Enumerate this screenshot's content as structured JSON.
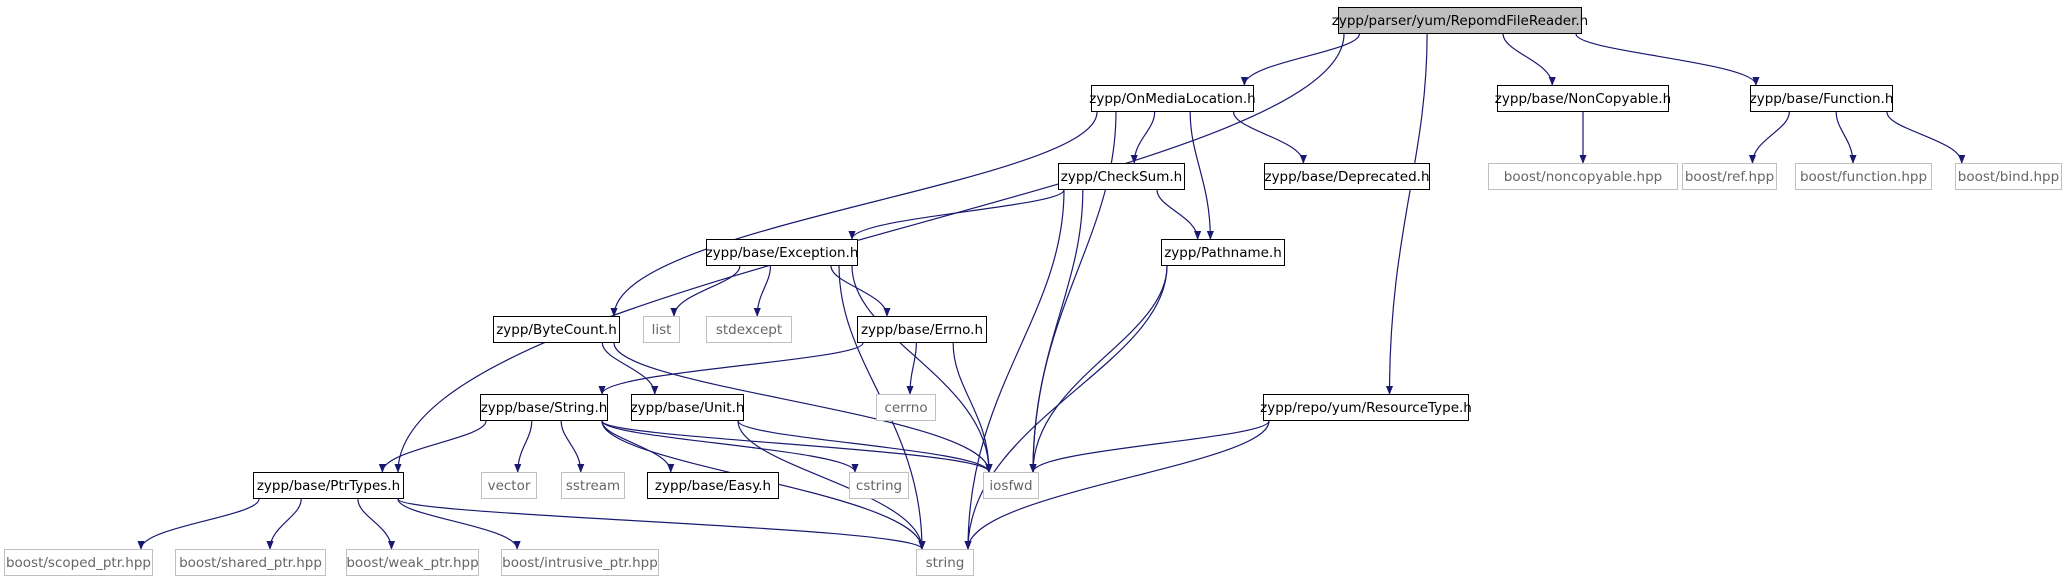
{
  "diagram": {
    "type": "include-dependency-graph",
    "colors": {
      "edge": "#191970",
      "root_fill": "#bfbfbf",
      "node_border": "#000000",
      "external_border": "#c0c0c0",
      "external_text": "#666666"
    },
    "nodes": [
      {
        "id": "root",
        "label": "zypp/parser/yum/RepomdFileReader.h",
        "kind": "root"
      },
      {
        "id": "onmedia",
        "label": "zypp/OnMediaLocation.h",
        "kind": "internal"
      },
      {
        "id": "noncopyable",
        "label": "zypp/base/NonCopyable.h",
        "kind": "internal"
      },
      {
        "id": "function",
        "label": "zypp/base/Function.h",
        "kind": "internal"
      },
      {
        "id": "checksum",
        "label": "zypp/CheckSum.h",
        "kind": "internal"
      },
      {
        "id": "deprecated",
        "label": "zypp/base/Deprecated.h",
        "kind": "internal"
      },
      {
        "id": "boost_noncopyable",
        "label": "boost/noncopyable.hpp",
        "kind": "external"
      },
      {
        "id": "boost_ref",
        "label": "boost/ref.hpp",
        "kind": "external"
      },
      {
        "id": "boost_function",
        "label": "boost/function.hpp",
        "kind": "external"
      },
      {
        "id": "boost_bind",
        "label": "boost/bind.hpp",
        "kind": "external"
      },
      {
        "id": "exception",
        "label": "zypp/base/Exception.h",
        "kind": "internal"
      },
      {
        "id": "pathname",
        "label": "zypp/Pathname.h",
        "kind": "internal"
      },
      {
        "id": "bytecount",
        "label": "zypp/ByteCount.h",
        "kind": "internal"
      },
      {
        "id": "list",
        "label": "list",
        "kind": "external"
      },
      {
        "id": "stdexcept",
        "label": "stdexcept",
        "kind": "external"
      },
      {
        "id": "errno",
        "label": "zypp/base/Errno.h",
        "kind": "internal"
      },
      {
        "id": "cerrno",
        "label": "cerrno",
        "kind": "external"
      },
      {
        "id": "string_h",
        "label": "zypp/base/String.h",
        "kind": "internal"
      },
      {
        "id": "unit",
        "label": "zypp/base/Unit.h",
        "kind": "internal"
      },
      {
        "id": "resourcetype",
        "label": "zypp/repo/yum/ResourceType.h",
        "kind": "internal"
      },
      {
        "id": "ptrtypes",
        "label": "zypp/base/PtrTypes.h",
        "kind": "internal"
      },
      {
        "id": "vector",
        "label": "vector",
        "kind": "external"
      },
      {
        "id": "sstream",
        "label": "sstream",
        "kind": "external"
      },
      {
        "id": "easy",
        "label": "zypp/base/Easy.h",
        "kind": "internal"
      },
      {
        "id": "cstring",
        "label": "cstring",
        "kind": "external"
      },
      {
        "id": "iosfwd",
        "label": "iosfwd",
        "kind": "external"
      },
      {
        "id": "boost_scoped",
        "label": "boost/scoped_ptr.hpp",
        "kind": "external"
      },
      {
        "id": "boost_shared",
        "label": "boost/shared_ptr.hpp",
        "kind": "external"
      },
      {
        "id": "boost_weak",
        "label": "boost/weak_ptr.hpp",
        "kind": "external"
      },
      {
        "id": "boost_intrusive",
        "label": "boost/intrusive_ptr.hpp",
        "kind": "external"
      },
      {
        "id": "string",
        "label": "string",
        "kind": "external"
      }
    ],
    "edges": [
      {
        "from": "root",
        "to": "ptrtypes"
      },
      {
        "from": "root",
        "to": "onmedia"
      },
      {
        "from": "root",
        "to": "noncopyable"
      },
      {
        "from": "root",
        "to": "function"
      },
      {
        "from": "root",
        "to": "resourcetype"
      },
      {
        "from": "onmedia",
        "to": "checksum"
      },
      {
        "from": "onmedia",
        "to": "deprecated"
      },
      {
        "from": "onmedia",
        "to": "bytecount"
      },
      {
        "from": "onmedia",
        "to": "pathname"
      },
      {
        "from": "onmedia",
        "to": "iosfwd"
      },
      {
        "from": "noncopyable",
        "to": "boost_noncopyable"
      },
      {
        "from": "function",
        "to": "boost_ref"
      },
      {
        "from": "function",
        "to": "boost_function"
      },
      {
        "from": "function",
        "to": "boost_bind"
      },
      {
        "from": "checksum",
        "to": "exception"
      },
      {
        "from": "checksum",
        "to": "pathname"
      },
      {
        "from": "checksum",
        "to": "iosfwd"
      },
      {
        "from": "checksum",
        "to": "string"
      },
      {
        "from": "exception",
        "to": "list"
      },
      {
        "from": "exception",
        "to": "stdexcept"
      },
      {
        "from": "exception",
        "to": "errno"
      },
      {
        "from": "exception",
        "to": "iosfwd"
      },
      {
        "from": "exception",
        "to": "string"
      },
      {
        "from": "pathname",
        "to": "iosfwd"
      },
      {
        "from": "pathname",
        "to": "string"
      },
      {
        "from": "bytecount",
        "to": "unit"
      },
      {
        "from": "bytecount",
        "to": "iosfwd"
      },
      {
        "from": "errno",
        "to": "cerrno"
      },
      {
        "from": "errno",
        "to": "string_h"
      },
      {
        "from": "errno",
        "to": "iosfwd"
      },
      {
        "from": "string_h",
        "to": "ptrtypes"
      },
      {
        "from": "string_h",
        "to": "vector"
      },
      {
        "from": "string_h",
        "to": "sstream"
      },
      {
        "from": "string_h",
        "to": "easy"
      },
      {
        "from": "string_h",
        "to": "cstring"
      },
      {
        "from": "string_h",
        "to": "iosfwd"
      },
      {
        "from": "string_h",
        "to": "string"
      },
      {
        "from": "unit",
        "to": "iosfwd"
      },
      {
        "from": "unit",
        "to": "string"
      },
      {
        "from": "resourcetype",
        "to": "iosfwd"
      },
      {
        "from": "resourcetype",
        "to": "string"
      },
      {
        "from": "ptrtypes",
        "to": "boost_scoped"
      },
      {
        "from": "ptrtypes",
        "to": "boost_shared"
      },
      {
        "from": "ptrtypes",
        "to": "boost_weak"
      },
      {
        "from": "ptrtypes",
        "to": "boost_intrusive"
      },
      {
        "from": "ptrtypes",
        "to": "string"
      }
    ]
  }
}
